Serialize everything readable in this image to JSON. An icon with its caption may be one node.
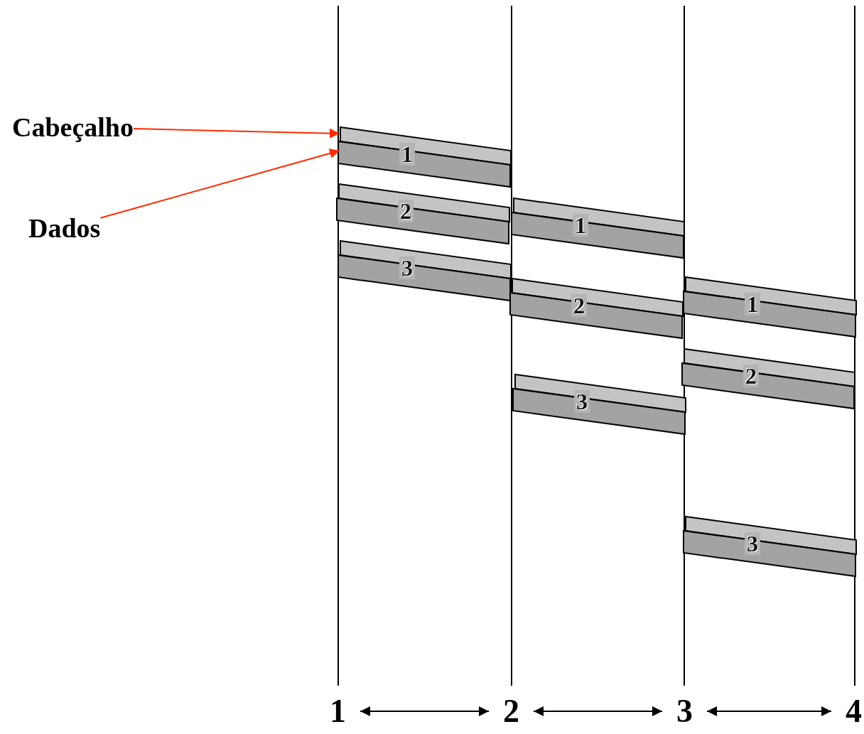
{
  "diagram": {
    "nodes": [
      {
        "text": [
          "Cabeçalho"
        ]
      },
      {
        "text": [
          "Dados"
        ]
      },
      {
        "text": [
          "1"
        ]
      },
      {
        "text": [
          "2"
        ]
      },
      {
        "text": [
          "3"
        ]
      },
      {
        "text": [
          "1"
        ]
      },
      {
        "text": [
          "2"
        ]
      },
      {
        "text": [
          "3"
        ]
      },
      {
        "text": [
          "1"
        ]
      },
      {
        "text": [
          "2"
        ]
      },
      {
        "text": [
          "3"
        ]
      },
      {
        "text": [
          "1"
        ]
      },
      {
        "text": [
          "2"
        ]
      },
      {
        "text": [
          "3"
        ]
      },
      {
        "text": [
          "4"
        ]
      }
    ],
    "edges": [
      {
        "from": 0,
        "to": 2,
        "arrow": "to",
        "color": "#ff2a00"
      },
      {
        "from": 1,
        "to": 2,
        "arrow": "to",
        "color": "#ff2a00"
      },
      {
        "from": 11,
        "to": 12,
        "arrow": "both"
      },
      {
        "from": 12,
        "to": 13,
        "arrow": "both"
      },
      {
        "from": 13,
        "to": 14,
        "arrow": "both"
      }
    ]
  }
}
